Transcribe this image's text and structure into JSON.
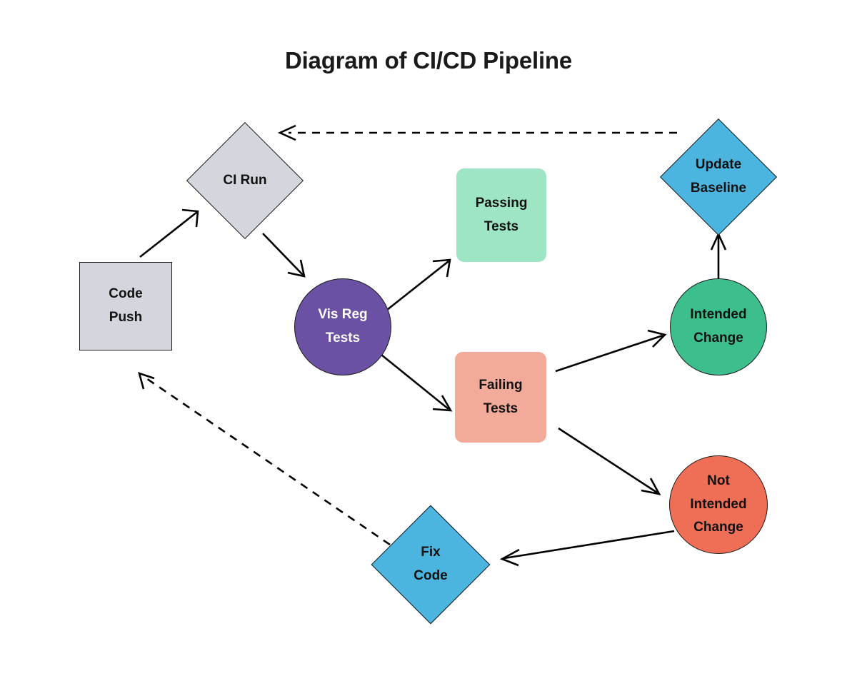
{
  "title": "Diagram of CI/CD Pipeline",
  "colors": {
    "background": "#ffffff",
    "gray_fill": "#d3d7dd",
    "purple_fill": "#6a51a3",
    "mint_fill": "#9ee5c5",
    "salmon_fill": "#f2aa9a",
    "blue_fill": "#4bb5e0",
    "green_fill": "#3cbf8d",
    "coral_fill": "#ef6f56",
    "stroke": "#1b1b1b",
    "edge": "#000000",
    "text_dark": "#111111",
    "text_light": "#ffffff"
  },
  "nodes": [
    {
      "id": "code-push",
      "shape": "rectangle",
      "lines": [
        "Code",
        "Push"
      ],
      "fill": "#d3d7dd",
      "text_color": "#111111"
    },
    {
      "id": "ci-run",
      "shape": "diamond",
      "lines": [
        "CI Run"
      ],
      "fill": "#d3d7dd",
      "text_color": "#111111"
    },
    {
      "id": "vis-reg-tests",
      "shape": "circle",
      "lines": [
        "Vis Reg",
        "Tests"
      ],
      "fill": "#6a51a3",
      "text_color": "#ffffff"
    },
    {
      "id": "passing-tests",
      "shape": "rounded-rectangle",
      "lines": [
        "Passing",
        "Tests"
      ],
      "fill": "#9ee5c5",
      "text_color": "#111111"
    },
    {
      "id": "failing-tests",
      "shape": "rounded-rectangle",
      "lines": [
        "Failing",
        "Tests"
      ],
      "fill": "#f2aa9a",
      "text_color": "#111111"
    },
    {
      "id": "update-baseline",
      "shape": "diamond",
      "lines": [
        "Update",
        "Baseline"
      ],
      "fill": "#4bb5e0",
      "text_color": "#111111"
    },
    {
      "id": "intended-change",
      "shape": "circle",
      "lines": [
        "Intended",
        "Change"
      ],
      "fill": "#3cbf8d",
      "text_color": "#111111"
    },
    {
      "id": "not-intended-change",
      "shape": "circle",
      "lines": [
        "Not",
        "Intended",
        "Change"
      ],
      "fill": "#ef6f56",
      "text_color": "#111111"
    },
    {
      "id": "fix-code",
      "shape": "diamond",
      "lines": [
        "Fix",
        "Code"
      ],
      "fill": "#4bb5e0",
      "text_color": "#111111"
    }
  ],
  "edges": [
    {
      "id": "code-push-to-ci-run",
      "from": "code-push",
      "to": "ci-run",
      "style": "solid"
    },
    {
      "id": "ci-run-to-vis-reg-tests",
      "from": "ci-run",
      "to": "vis-reg-tests",
      "style": "solid"
    },
    {
      "id": "vis-reg-tests-to-passing-tests",
      "from": "vis-reg-tests",
      "to": "passing-tests",
      "style": "solid"
    },
    {
      "id": "vis-reg-tests-to-failing-tests",
      "from": "vis-reg-tests",
      "to": "failing-tests",
      "style": "solid"
    },
    {
      "id": "failing-tests-to-intended-change",
      "from": "failing-tests",
      "to": "intended-change",
      "style": "solid"
    },
    {
      "id": "failing-tests-to-not-intended-change",
      "from": "failing-tests",
      "to": "not-intended-change",
      "style": "solid"
    },
    {
      "id": "intended-change-to-update-baseline",
      "from": "intended-change",
      "to": "update-baseline",
      "style": "solid"
    },
    {
      "id": "not-intended-change-to-fix-code",
      "from": "not-intended-change",
      "to": "fix-code",
      "style": "solid"
    },
    {
      "id": "update-baseline-to-ci-run",
      "from": "update-baseline",
      "to": "ci-run",
      "style": "dashed"
    },
    {
      "id": "fix-code-to-code-push",
      "from": "fix-code",
      "to": "code-push",
      "style": "dashed"
    }
  ]
}
